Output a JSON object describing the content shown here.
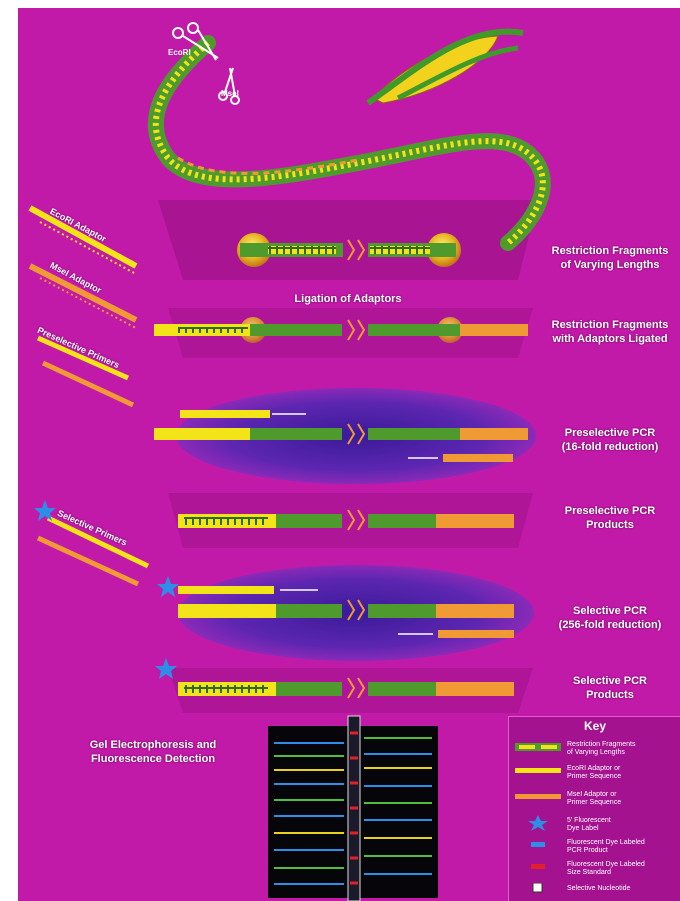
{
  "enzymes": {
    "ecori": "EcoRI",
    "msei": "MseI"
  },
  "left_labels": {
    "ecori_adaptor": "EcoRI Adaptor",
    "msei_adaptor": "MseI Adaptor",
    "preselective_primers": "Preselective Primers",
    "selective_primers": "Selective Primers"
  },
  "center_labels": {
    "ligation": "Ligation of Adaptors",
    "gel_line1": "Gel Electrophoresis and",
    "gel_line2": "Fluorescence Detection"
  },
  "steps": [
    {
      "line1": "Restriction Fragments",
      "line2": "of Varying Lengths"
    },
    {
      "line1": "Restriction Fragments",
      "line2": "with Adaptors Ligated"
    },
    {
      "line1": "Preselective PCR",
      "line2": "(16-fold reduction)"
    },
    {
      "line1": "Preselective PCR",
      "line2": "Products"
    },
    {
      "line1": "Selective PCR",
      "line2": "(256-fold reduction)"
    },
    {
      "line1": "Selective PCR",
      "line2": "Products"
    }
  ],
  "key": {
    "title": "Key",
    "items": [
      {
        "line1": "Restriction Fragments",
        "line2": "of Varying Lengths"
      },
      {
        "line1": "EcoRI Adaptor or",
        "line2": "Primer Sequence"
      },
      {
        "line1": "MseI Adaptor or",
        "line2": "Primer Sequence"
      },
      {
        "line1": "5' Fluorescent",
        "line2": "Dye Label"
      },
      {
        "line1": "Fluorescent Dye Labeled",
        "line2": "PCR Product"
      },
      {
        "line1": "Fluorescent Dye Labeled",
        "line2": "Size Standard"
      },
      {
        "line1": "Selective Nucleotide",
        "line2": ""
      }
    ]
  },
  "colors": {
    "background": "#c21aa8",
    "ecori": "#f2e418",
    "msei": "#f09a35",
    "fragment": "#4f9a2c",
    "star": "#2d8ee8",
    "gel": "#05050a"
  }
}
